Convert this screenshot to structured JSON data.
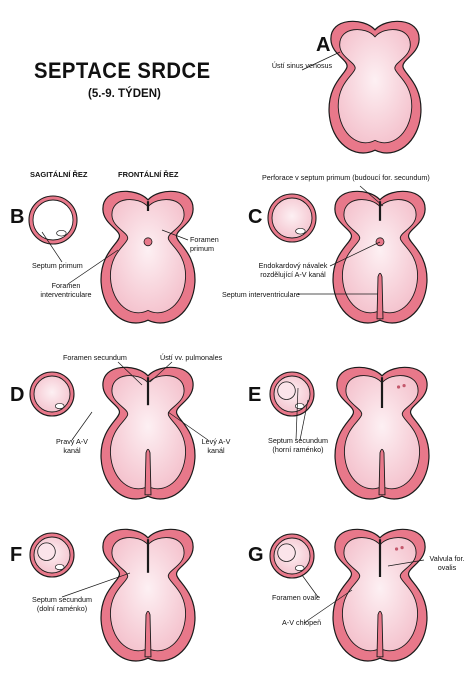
{
  "title": "SEPTACE SRDCE",
  "subtitle": "(5.-9. TÝDEN)",
  "headers": {
    "sagittal": "SAGITÁLNÍ ŘEZ",
    "frontal": "FRONTÁLNÍ ŘEZ"
  },
  "panels": {
    "A": {
      "letter": "A",
      "labels": [
        "Ústí sinus venosus"
      ]
    },
    "B": {
      "letter": "B",
      "labels": [
        "Foramen primum",
        "Septum primum",
        "Foramen interventriculare"
      ]
    },
    "C": {
      "letter": "C",
      "labels": [
        "Perforace v septum primum (budoucí for. secundum)",
        "Endokardový návalek rozdělující A-V kanál",
        "Septum interventriculare"
      ]
    },
    "D": {
      "letter": "D",
      "labels": [
        "Foramen secundum",
        "Ústí vv. pulmonales",
        "Pravý A-V kanál",
        "Levý A-V kanál"
      ]
    },
    "E": {
      "letter": "E",
      "labels": [
        "Septum secundum (horní raménko)"
      ]
    },
    "F": {
      "letter": "F",
      "labels": [
        "Septum secundum (dolní raménko)"
      ]
    },
    "G": {
      "letter": "G",
      "labels": [
        "Valvula for. ovalis",
        "Foramen ovale",
        "A-V chlopeň"
      ]
    }
  },
  "colors": {
    "wall": "#e8788a",
    "inner": "#f7cfd8",
    "outline": "#1a1a1a"
  }
}
